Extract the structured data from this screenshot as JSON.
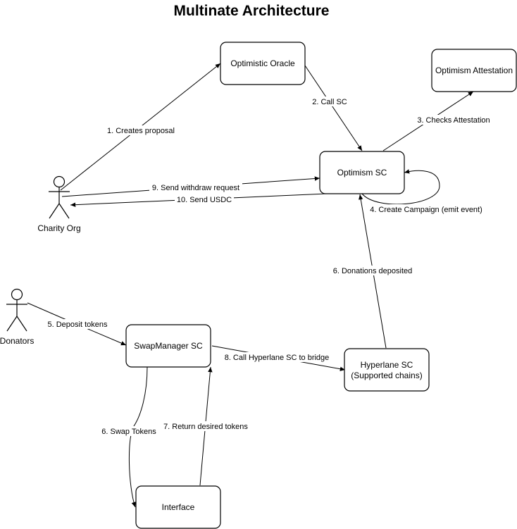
{
  "title": "Multinate Architecture",
  "nodes": {
    "optimistic_oracle": "Optimistic Oracle",
    "optimism_attestation": "Optimism Attestation",
    "optimism_sc": "Optimism SC",
    "swap_manager": "SwapManager SC",
    "hyperlane_line1": "Hyperlane SC",
    "hyperlane_line2": "(Supported chains)",
    "interface": "Interface"
  },
  "actors": {
    "charity": "Charity Org",
    "donators": "Donators"
  },
  "edges": {
    "e1": "1. Creates proposal",
    "e2": "2. Call SC",
    "e3": "3. Checks Attestation",
    "e4": "4. Create Campaign (emit event)",
    "e5": "5. Deposit tokens",
    "e6_swap": "6. Swap Tokens",
    "e6_donations": "6. Donations deposited",
    "e7": "7. Return desired tokens",
    "e8": "8. Call Hyperlane SC to bridge",
    "e9": "9. Send withdraw request",
    "e10": "10. Send USDC"
  }
}
